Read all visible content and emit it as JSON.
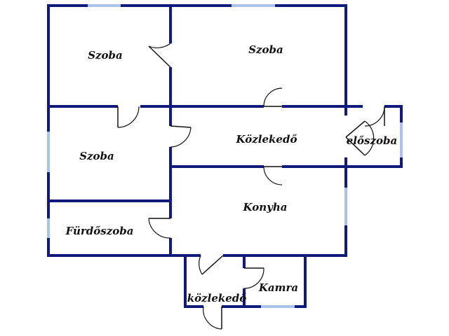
{
  "colors": {
    "wall": "#0f1a7a",
    "window": "#a9c3ea",
    "door": "#111111",
    "background": "#ffffff"
  },
  "rooms": {
    "szoba_top_left": "Szoba",
    "szoba_top_right": "Szoba",
    "szoba_middle_left": "Szoba",
    "kozlekedo_main": "Közlekedő",
    "eloszoba": "előszoba",
    "konyha": "Konyha",
    "furdoszoba": "Fürdőszoba",
    "kozlekedo_small": "közlekedő",
    "kamra": "Kamra"
  }
}
